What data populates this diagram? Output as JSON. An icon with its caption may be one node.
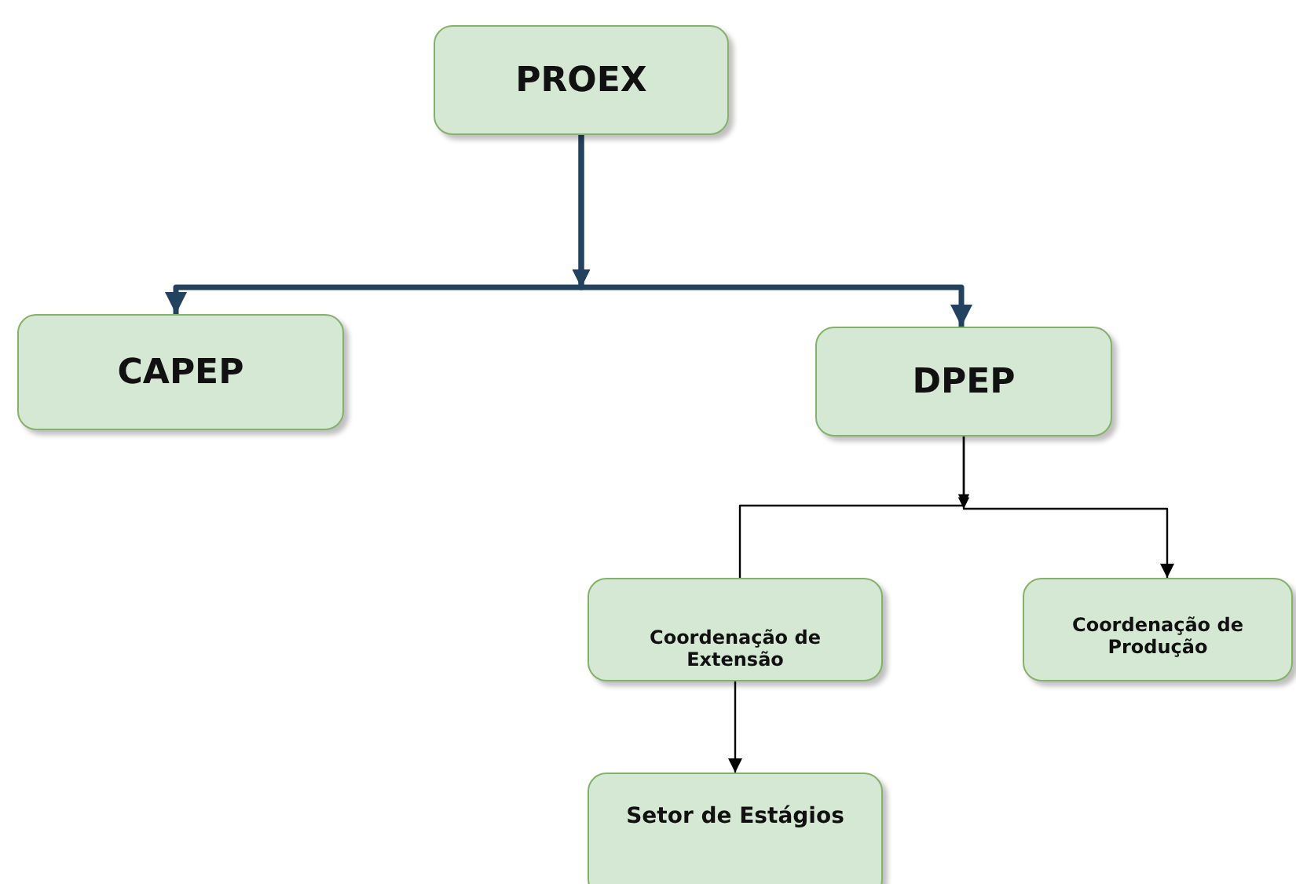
{
  "diagram": {
    "nodes": [
      {
        "text": [
          "PROEX"
        ]
      },
      {
        "text": [
          "CAPEP"
        ]
      },
      {
        "text": [
          "DPEP"
        ]
      },
      {
        "text": [
          "Coordenação de Extensão"
        ]
      },
      {
        "text": [
          "Coordenação de Produção"
        ]
      },
      {
        "text": [
          "Setor de Estágios"
        ]
      }
    ],
    "edges": [
      {
        "from": 0,
        "to": 1,
        "arrow": "to",
        "style": "thick",
        "color": "#23425f"
      },
      {
        "from": 0,
        "to": 2,
        "arrow": "to",
        "style": "thick",
        "color": "#23425f"
      },
      {
        "from": 2,
        "to": 3,
        "arrow": "to"
      },
      {
        "from": 2,
        "to": 4,
        "arrow": "to"
      },
      {
        "from": 3,
        "to": 5,
        "arrow": "to"
      }
    ]
  }
}
